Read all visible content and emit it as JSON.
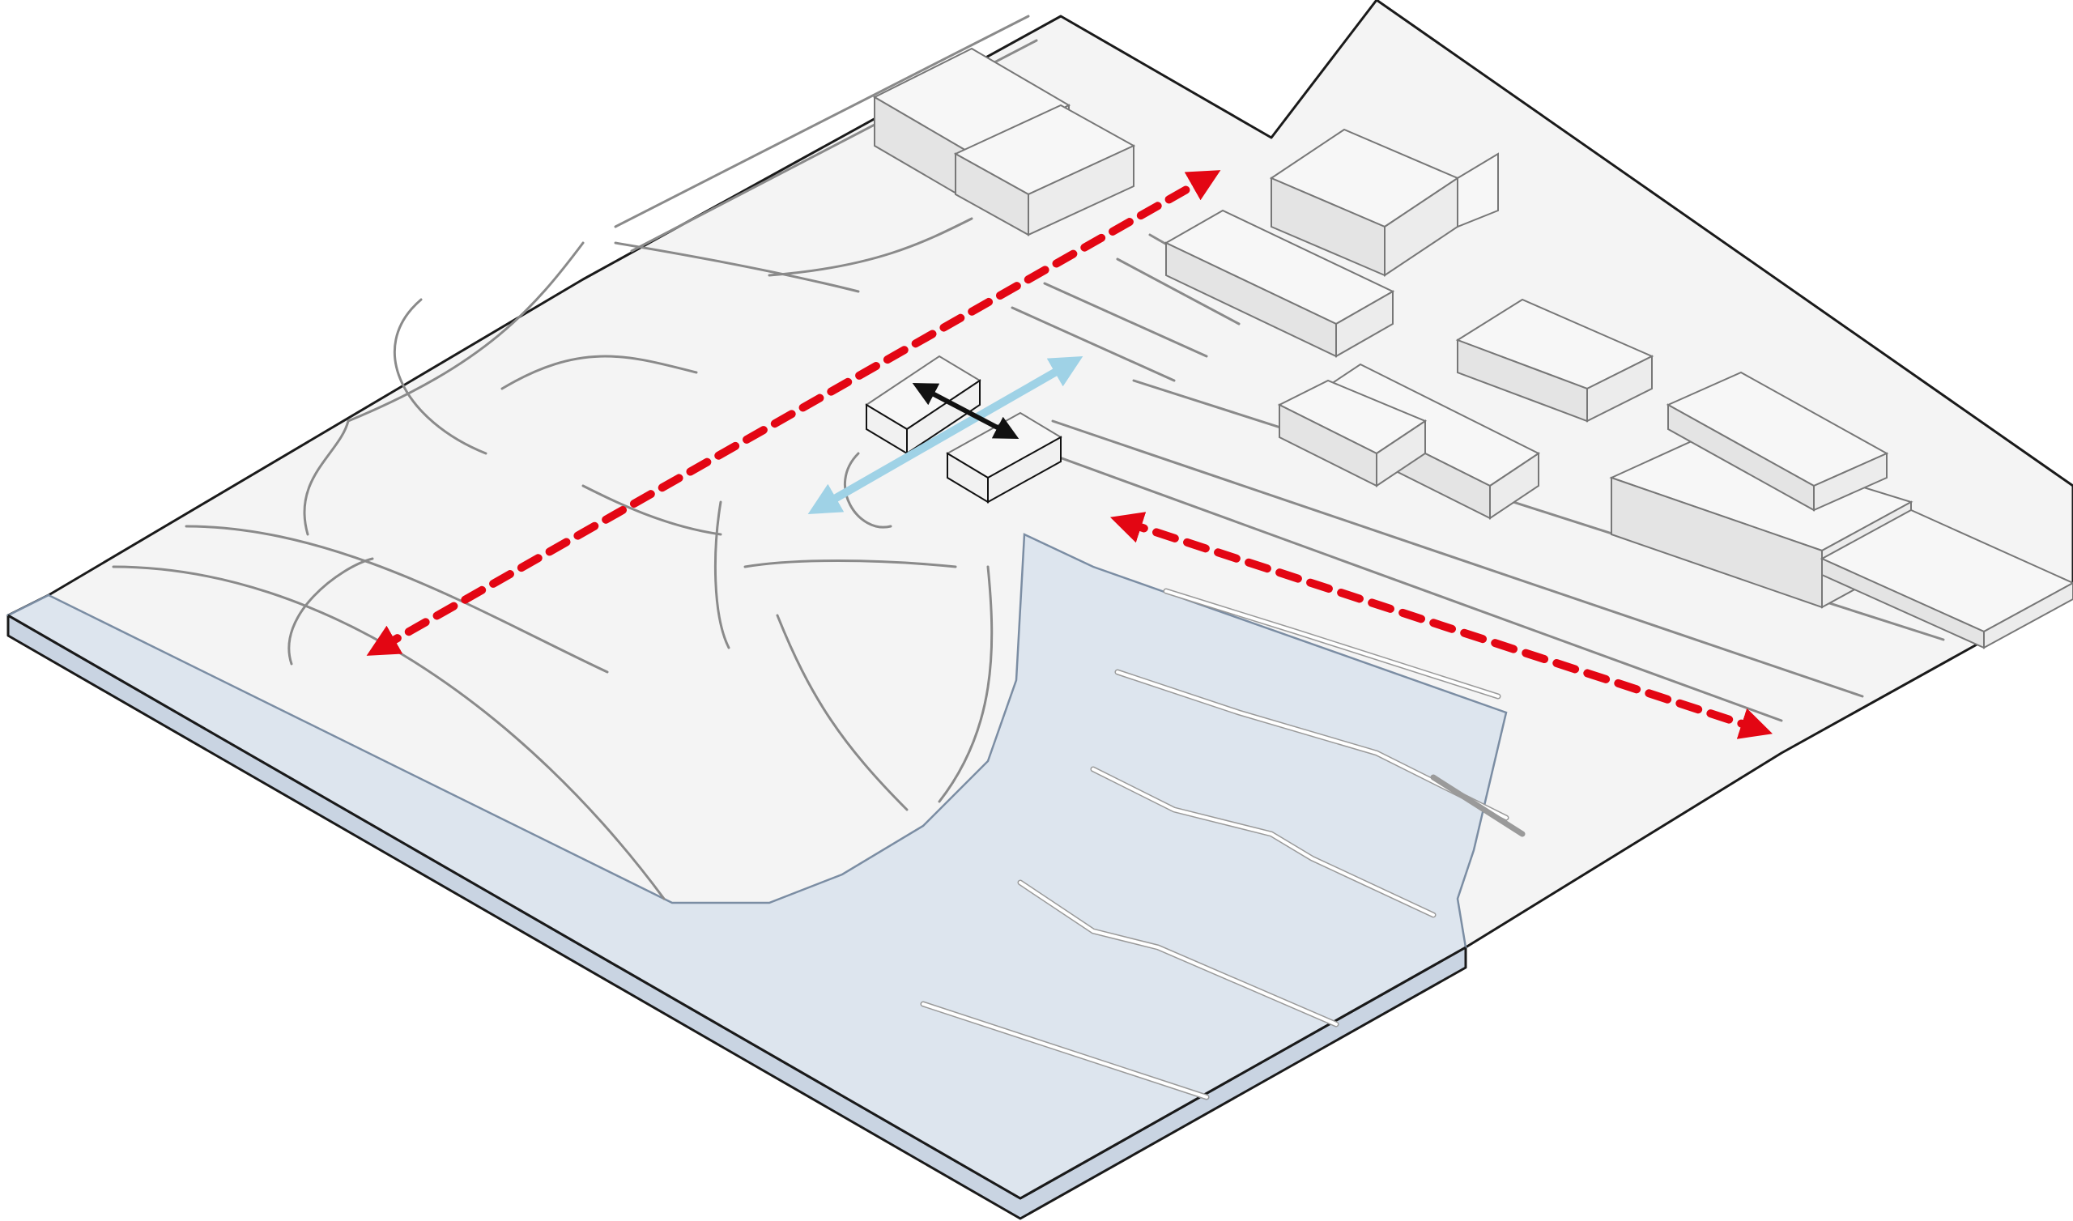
{
  "colors": {
    "background": "#ffffff",
    "ground": "#f4f4f4",
    "water": "#dde5ee",
    "slab_side": "#c9d4e2",
    "building": "#f3f3f3",
    "major_route": "#e30613",
    "secondary_route": "#9fd2e6",
    "key_link": "#111111"
  },
  "arrows": [
    {
      "id": "major-route-north",
      "style": "dashed",
      "color": "#e30613",
      "bidirectional": true
    },
    {
      "id": "major-route-south",
      "style": "dashed",
      "color": "#e30613",
      "bidirectional": true
    },
    {
      "id": "park-link",
      "style": "solid",
      "color": "#9fd2e6",
      "bidirectional": true
    },
    {
      "id": "building-link",
      "style": "solid",
      "color": "#111111",
      "bidirectional": true
    }
  ]
}
